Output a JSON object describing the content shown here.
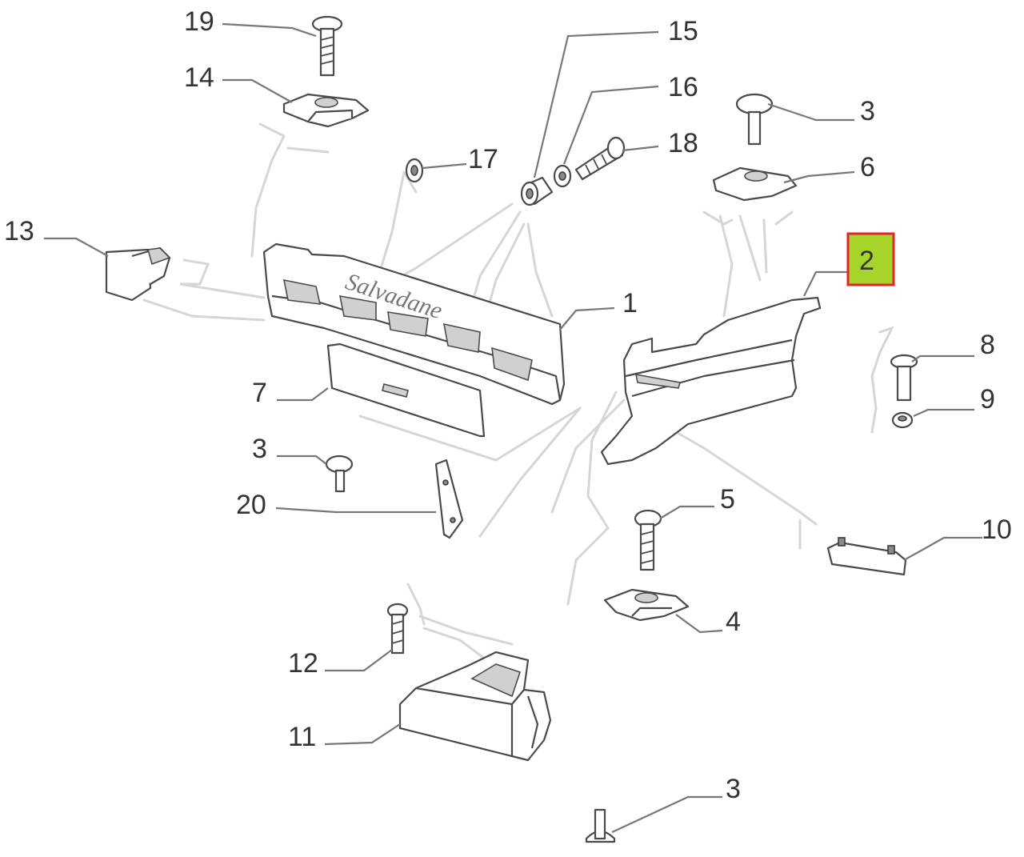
{
  "diagram": {
    "highlight": {
      "label": "2",
      "fill": "#a6d42a",
      "border": "#e0262a"
    },
    "callouts": [
      {
        "id": "1",
        "text": "1"
      },
      {
        "id": "2",
        "text": "2"
      },
      {
        "id": "3a",
        "text": "3"
      },
      {
        "id": "3b",
        "text": "3"
      },
      {
        "id": "3c",
        "text": "3"
      },
      {
        "id": "4",
        "text": "4"
      },
      {
        "id": "5",
        "text": "5"
      },
      {
        "id": "6",
        "text": "6"
      },
      {
        "id": "7",
        "text": "7"
      },
      {
        "id": "8",
        "text": "8"
      },
      {
        "id": "9",
        "text": "9"
      },
      {
        "id": "10",
        "text": "10"
      },
      {
        "id": "11",
        "text": "11"
      },
      {
        "id": "12",
        "text": "12"
      },
      {
        "id": "13",
        "text": "13"
      },
      {
        "id": "14",
        "text": "14"
      },
      {
        "id": "15",
        "text": "15"
      },
      {
        "id": "16",
        "text": "16"
      },
      {
        "id": "17",
        "text": "17"
      },
      {
        "id": "18",
        "text": "18"
      },
      {
        "id": "19",
        "text": "19"
      },
      {
        "id": "20",
        "text": "20"
      }
    ],
    "badge_text": "Salvadane"
  }
}
